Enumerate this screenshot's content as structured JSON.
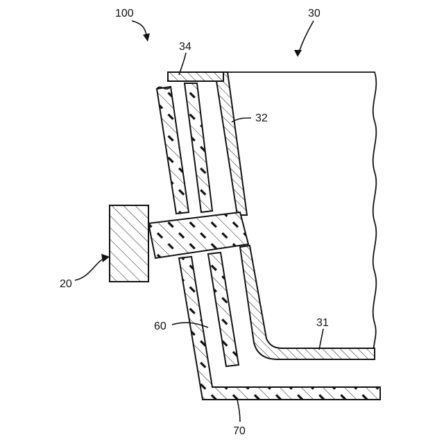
{
  "labels": {
    "assembly": "100",
    "container": "30",
    "flange": "34",
    "side_wall": "32",
    "fastener": "20",
    "bottom_wall": "31",
    "spacer": "60",
    "outer_shell": "70"
  },
  "colors": {
    "ink": "#111111",
    "paper": "#ffffff"
  }
}
